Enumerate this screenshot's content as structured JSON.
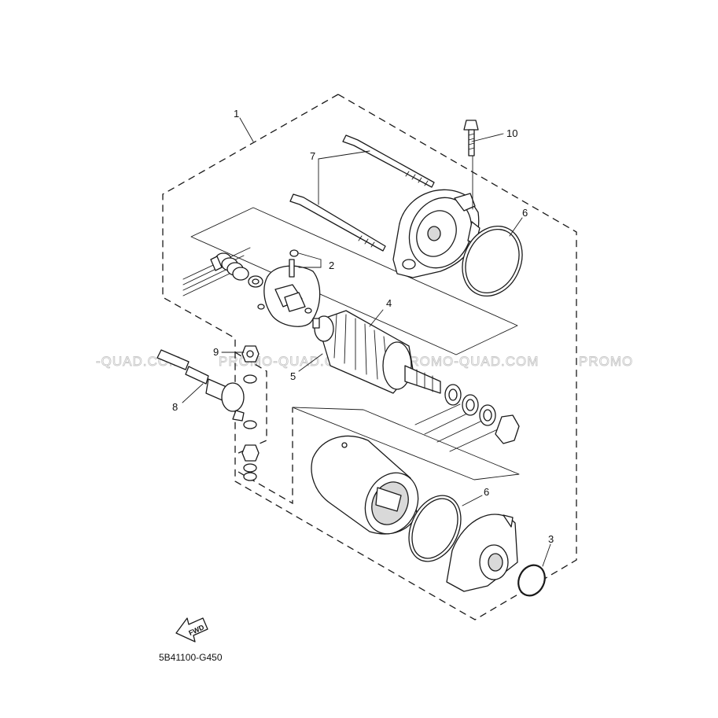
{
  "diagram": {
    "drawing_code": "5B41100-G450",
    "direction_label": "FWD",
    "watermark": [
      "-QUAD.COM",
      "PROMO-QUAD.COM",
      "PROMO-QUAD.COM",
      "PROMO"
    ],
    "callouts": [
      {
        "id": "1",
        "label": "1"
      },
      {
        "id": "2",
        "label": "2"
      },
      {
        "id": "3",
        "label": "3"
      },
      {
        "id": "4",
        "label": "4"
      },
      {
        "id": "5",
        "label": "5"
      },
      {
        "id": "6a",
        "label": "6"
      },
      {
        "id": "6b",
        "label": "6"
      },
      {
        "id": "7",
        "label": "7"
      },
      {
        "id": "8",
        "label": "8"
      },
      {
        "id": "9",
        "label": "9"
      },
      {
        "id": "10",
        "label": "10"
      }
    ]
  }
}
